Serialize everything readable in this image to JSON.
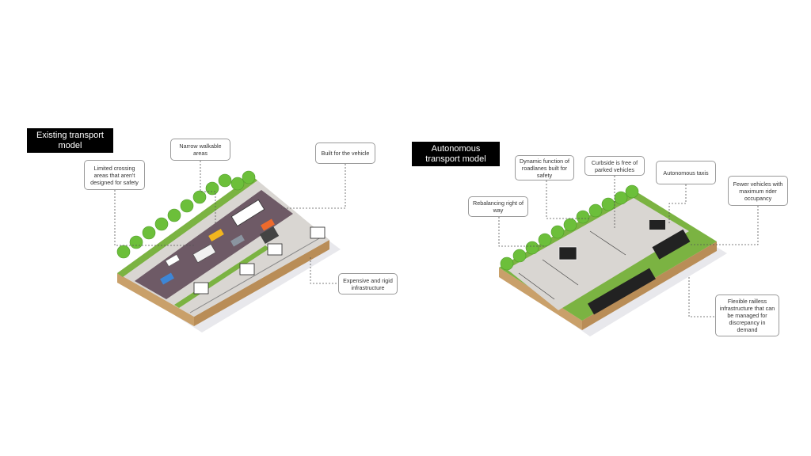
{
  "existing": {
    "title": "Existing transport model",
    "callouts": [
      "Limited crossing areas that aren't designed for safety",
      "Narrow walkable areas",
      "Built for the vehicle",
      "Expensive and rigid infrastructure"
    ]
  },
  "autonomous": {
    "title": "Autonomous transport model",
    "callouts": [
      "Rebalancing right of way",
      "Dynamic function of roadlanes built for safety",
      "Curbside is free of parked vehicles",
      "Autonomous taxis",
      "Fewer vehicles with maximum rider occupancy",
      "Flexible railless infrastructure that can be managed for discrepancy in demand"
    ]
  },
  "colors": {
    "grass": "#7bb342",
    "road": "#6e5a66",
    "pavement": "#d9d6d2",
    "soil": "#c9a06a",
    "tree": "#6cbf3a"
  }
}
